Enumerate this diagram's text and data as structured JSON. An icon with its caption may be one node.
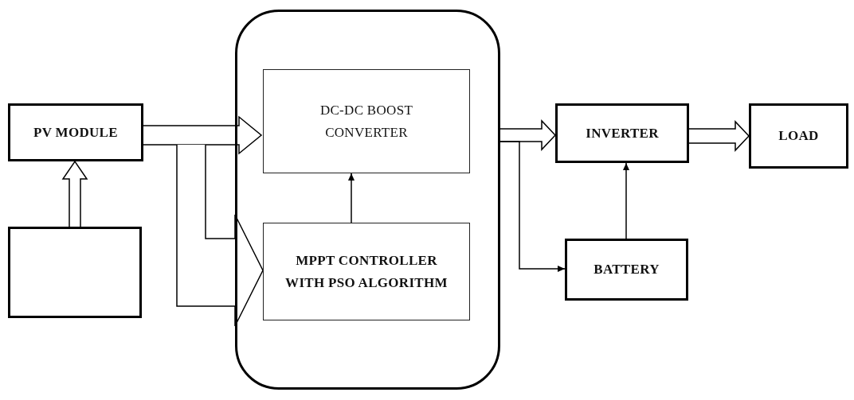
{
  "diagram": {
    "nodes": [
      {
        "text": [
          "PV MODULE"
        ]
      },
      {
        "text": [],
        "shape": "box"
      },
      {
        "text": [],
        "shape": "box"
      },
      {
        "text": [
          "DC-DC BOOST CONVERTER"
        ],
        "in": 2
      },
      {
        "text": [
          "MPPT CONTROLLER WITH PSO ALGORITHM"
        ],
        "in": 2
      },
      {
        "text": [
          "INVERTER"
        ]
      },
      {
        "text": [
          "LOAD"
        ]
      },
      {
        "text": [
          "BATTERY"
        ]
      }
    ],
    "edges": [
      {
        "from": 1,
        "to": 0,
        "arrow": "to",
        "style": "thick"
      },
      {
        "from": 0,
        "to": 3,
        "arrow": "to",
        "style": "thick"
      },
      {
        "from": 0,
        "to": 4,
        "arrow": "to",
        "style": "thick"
      },
      {
        "from": 4,
        "to": 3,
        "arrow": "to"
      },
      {
        "from": 2,
        "to": 5,
        "arrow": "to",
        "style": "thick"
      },
      {
        "from": 2,
        "to": 7,
        "arrow": "to"
      },
      {
        "from": 7,
        "to": 5,
        "arrow": "to"
      },
      {
        "from": 5,
        "to": 6,
        "arrow": "to",
        "style": "thick"
      }
    ]
  }
}
